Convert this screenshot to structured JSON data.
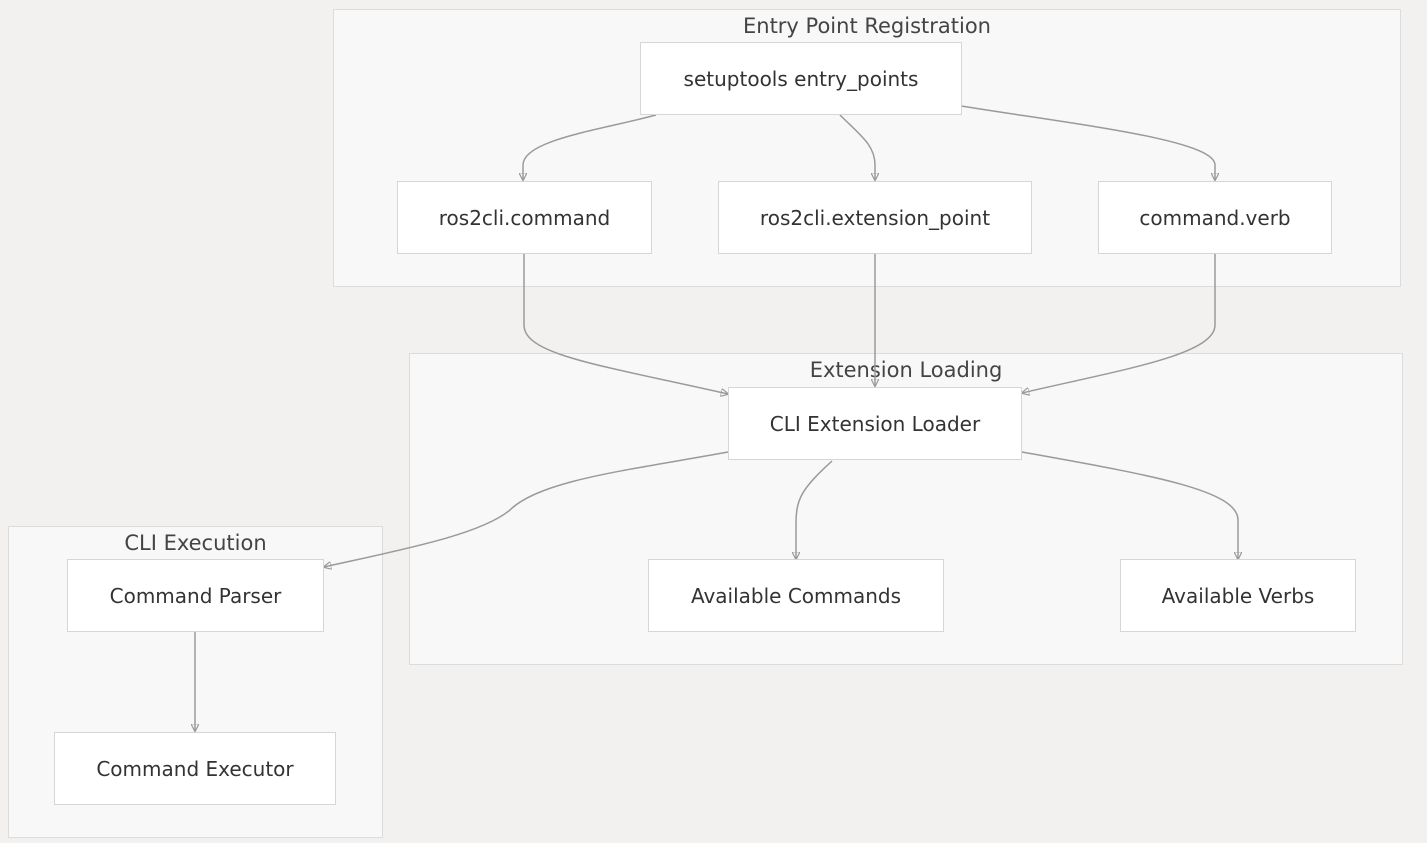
{
  "clusters": {
    "registration": {
      "title": "Entry Point Registration"
    },
    "loading": {
      "title": "Extension Loading"
    },
    "execution": {
      "title": "CLI Execution"
    }
  },
  "nodes": {
    "setuptools": "setuptools entry_points",
    "command": "ros2cli.command",
    "extension_point": "ros2cli.extension_point",
    "verb": "command.verb",
    "loader": "CLI Extension Loader",
    "available_commands": "Available Commands",
    "available_verbs": "Available Verbs",
    "parser": "Command Parser",
    "executor": "Command Executor"
  },
  "edges": [
    {
      "from": "setuptools",
      "to": "command"
    },
    {
      "from": "setuptools",
      "to": "extension_point"
    },
    {
      "from": "setuptools",
      "to": "verb"
    },
    {
      "from": "command",
      "to": "loader"
    },
    {
      "from": "extension_point",
      "to": "loader"
    },
    {
      "from": "verb",
      "to": "loader"
    },
    {
      "from": "loader",
      "to": "parser"
    },
    {
      "from": "loader",
      "to": "available_commands"
    },
    {
      "from": "loader",
      "to": "available_verbs"
    },
    {
      "from": "parser",
      "to": "executor"
    }
  ],
  "colors": {
    "background": "#f2f1ef",
    "cluster_fill": "#f8f8f8",
    "cluster_border": "#dcdcdc",
    "node_fill": "#ffffff",
    "node_border": "#d6d6d6",
    "edge": "#9a9a9a"
  }
}
